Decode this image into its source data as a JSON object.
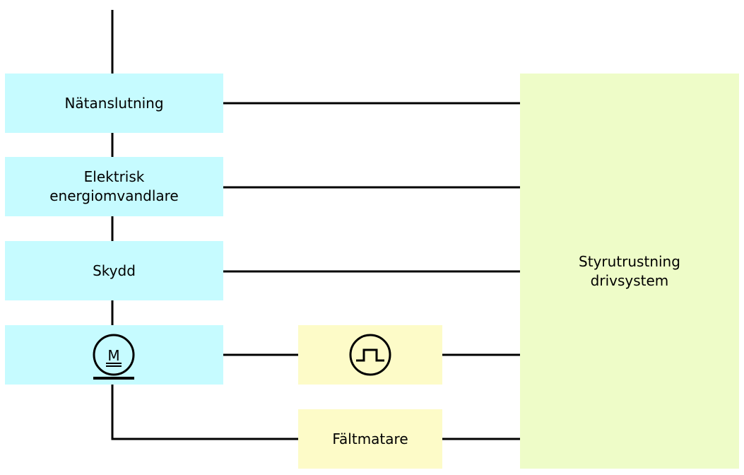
{
  "blocks": {
    "grid_connection": "Nätanslutning",
    "converter": "Elektrisk\nenergiomvandlare",
    "protection": "Skydd",
    "motor_symbol": "M",
    "field_supply": "Fältmatare",
    "control": "Styrutrustning\ndrivsystem"
  },
  "icons": {
    "motor": "motor-icon",
    "pulse": "pulse-icon"
  },
  "colors": {
    "cyan_box": "#c6fbff",
    "yellow_box": "#fdfbc8",
    "green_box": "#eefcc8",
    "line": "#000000"
  }
}
